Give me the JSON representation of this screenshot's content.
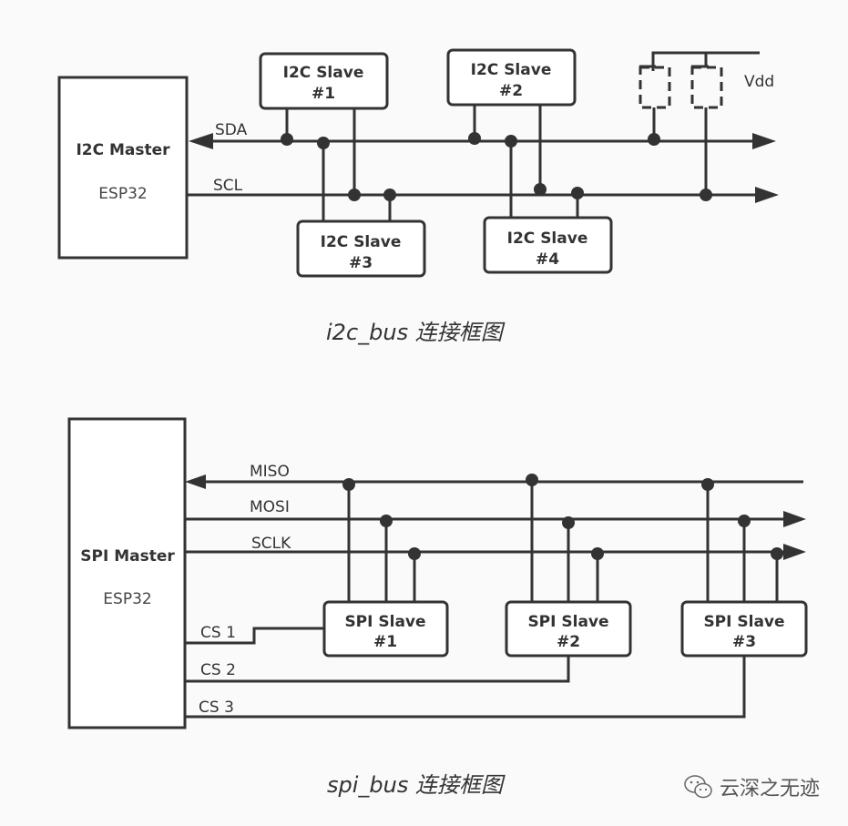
{
  "i2c": {
    "master": {
      "title": "I2C Master",
      "subtitle": "ESP32"
    },
    "lines": {
      "sda": "SDA",
      "scl": "SCL"
    },
    "slaves": [
      {
        "name": "I2C Slave",
        "num": "#1"
      },
      {
        "name": "I2C Slave",
        "num": "#2"
      },
      {
        "name": "I2C Slave",
        "num": "#3"
      },
      {
        "name": "I2C Slave",
        "num": "#4"
      }
    ],
    "vdd": "Vdd",
    "caption": "i2c_bus 连接框图"
  },
  "spi": {
    "master": {
      "title": "SPI Master",
      "subtitle": "ESP32"
    },
    "lines": {
      "miso": "MISO",
      "mosi": "MOSI",
      "sclk": "SCLK",
      "cs1": "CS 1",
      "cs2": "CS 2",
      "cs3": "CS 3"
    },
    "slaves": [
      {
        "name": "SPI Slave",
        "num": "#1"
      },
      {
        "name": "SPI Slave",
        "num": "#2"
      },
      {
        "name": "SPI Slave",
        "num": "#3"
      }
    ],
    "caption": "spi_bus 连接框图"
  },
  "watermark": {
    "icon": "wechat-icon",
    "text": "云深之无迹"
  }
}
